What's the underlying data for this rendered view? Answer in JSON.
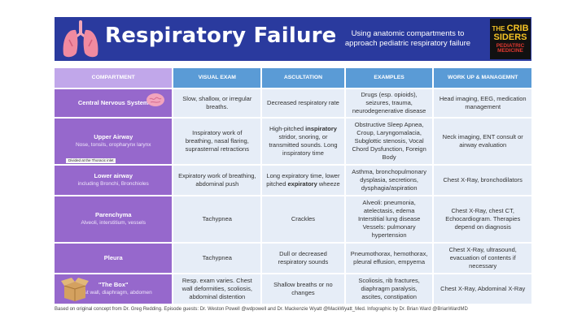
{
  "header": {
    "title": "Respiratory Failure",
    "subtitle": "Using anatomic compartments to approach pediatric respiratory failure",
    "logo": {
      "line1a": "THE",
      "line1b": "CRIB",
      "line2": "SIDERS",
      "line3": "PEDIATRIC",
      "line4": "MEDICINE"
    },
    "lungs_icon": "lungs-icon"
  },
  "colors": {
    "header_bg": "#2a3a9e",
    "compartment_bg": "#9668cc",
    "column_header_bg": "#5a9bd6",
    "cell_bg": "#e6edf7"
  },
  "columns": [
    "COMPARTMENT",
    "VISUAL EXAM",
    "ASCULTATION",
    "EXAMPLES",
    "WORK UP & MANAGEMNT"
  ],
  "rows": [
    {
      "name": "Central Nervous System",
      "sub": "",
      "visual": "Slow, shallow, or irregular breaths.",
      "ausc": "Decreased respiratory rate",
      "examples": "Drugs (esp. opioids), seizures, trauma, neurodegenerative disease",
      "workup": "Head imaging, EEG, medication management"
    },
    {
      "name": "Upper Airway",
      "sub": "Nose, tonsils, oropharynx larynx",
      "note": "Divided at the Thoracic inlet",
      "visual": "Inspiratory work of breathing, nasal flaring, suprasternal retractions",
      "ausc_pre": "High-pitched ",
      "ausc_bold": "inspiratory",
      "ausc_post": " stridor, snoring, or transmitted sounds. Long inspiratory time",
      "examples": "Obstructive Sleep Apnea, Croup, Laryngomalacia, Subglottic stenosis, Vocal Chord Dysfunction, Foreign Body",
      "workup": "Neck imaging, ENT consult or airway evaluation"
    },
    {
      "name": "Lower airway",
      "sub": "including Bronchi, Bronchioles",
      "visual": "Expiratory work of breathing, abdominal push",
      "ausc_pre": "Long expiratory time, lower pitched ",
      "ausc_bold": "expiratory",
      "ausc_post": " wheeze",
      "examples": "Asthma, bronchopulmonary dysplasia, secretions, dysphagia/aspiration",
      "workup": "Chest X-Ray, bronchodilators"
    },
    {
      "name": "Parenchyma",
      "sub": "Alveoli, interstitium, vessels",
      "visual": "Tachypnea",
      "ausc": "Crackles",
      "examples": "Alveoli: pneumonia, atelectasis, edema Interstitial lung disease Vessels: pulmonary hypertension",
      "workup": "Chest X-Ray, chest CT, Echocardiogram. Therapies depend on diagnosis"
    },
    {
      "name": "Pleura",
      "sub": "",
      "visual": "Tachypnea",
      "ausc": "Dull or decreased respiratory sounds",
      "examples": "Pneumothorax, hemothorax, pleural effusion, empyema",
      "workup": "Chest X-Ray, ultrasound, evacuation of contents if necessary"
    },
    {
      "name": "\"The Box\"",
      "sub": "Chest wall, diaphragm, abdomen",
      "visual": "Resp. exam varies. Chest wall deformities, scoliosis, abdominal distention",
      "ausc": "Shallow breaths or no changes",
      "examples": "Scoliosis, rib fractures, diaphragm paralysis, ascites, constipation",
      "workup": "Chest X-Ray, Abdominal X-Ray"
    }
  ],
  "footer": "Based on original concept from Dr. Greg Redding. Episode guests: Dr. Weston Powell @wdpowell and Dr. Mackenzie Wyatt @MackWyatt_Med. Infographic by Dr. Brian Ward @BrianWardMD"
}
